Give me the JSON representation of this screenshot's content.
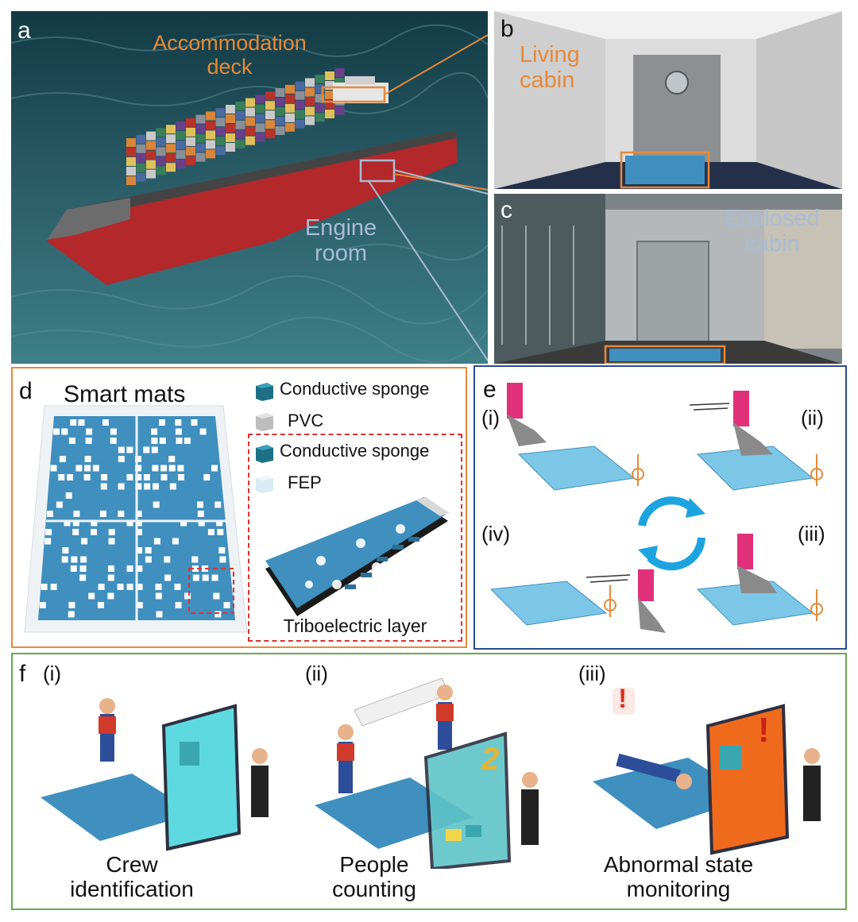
{
  "colors": {
    "orange": "#e58a3a",
    "slate_blue": "#a9bcd6",
    "panel_d_border": "#e58a3a",
    "panel_e_border": "#2b4b8f",
    "panel_f_border": "#6aa84f",
    "mat_blue": "#3f8fbf",
    "dashed_red": "#e03030",
    "ship_red": "#b3282a",
    "sea": "#1e4a55",
    "arrow_blue": "#1ca3e0",
    "alert_orange": "#f06a1e",
    "alert_red": "#e0301e",
    "screen_cyan": "#5fd9e0"
  },
  "panel_a": {
    "letter": "a",
    "accommodation_label": [
      "Accommodation",
      "deck"
    ],
    "engine_label": [
      "Engine",
      "room"
    ]
  },
  "panel_b": {
    "letter": "b",
    "label": [
      "Living",
      "cabin"
    ]
  },
  "panel_c": {
    "letter": "c",
    "label": [
      "Enclosed",
      "cabin"
    ]
  },
  "panel_d": {
    "letter": "d",
    "title": "Smart mats",
    "legend": [
      {
        "label": "Conductive sponge",
        "icon": "teal-cube-icon"
      },
      {
        "label": "PVC",
        "icon": "grey-cube-icon"
      },
      {
        "label": "Conductive sponge",
        "icon": "teal-cube-icon"
      },
      {
        "label": "FEP",
        "icon": "light-cube-icon"
      }
    ],
    "layer_caption": "Triboelectric layer"
  },
  "panel_e": {
    "letter": "e",
    "steps": [
      "(i)",
      "(ii)",
      "(iii)",
      "(iv)"
    ]
  },
  "panel_f": {
    "letter": "f",
    "scenes": [
      {
        "index": "(i)",
        "caption": [
          "Crew",
          "identification"
        ]
      },
      {
        "index": "(ii)",
        "caption": [
          "People",
          "counting"
        ],
        "count_display": "2"
      },
      {
        "index": "(iii)",
        "caption": [
          "Abnormal state",
          "monitoring"
        ],
        "alert_symbol": "!"
      }
    ]
  }
}
